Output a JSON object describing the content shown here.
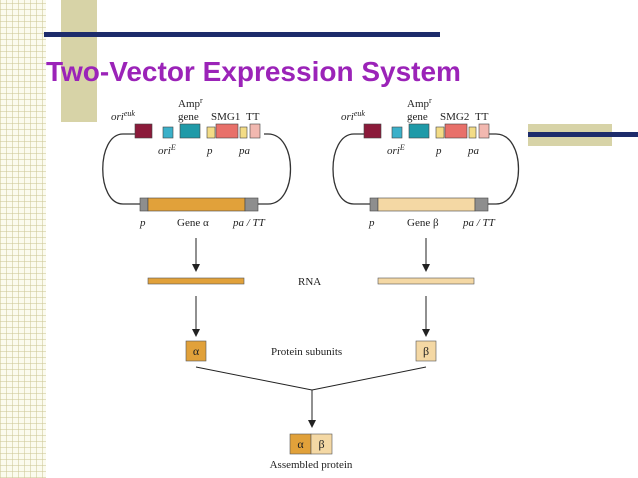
{
  "title": "Two-Vector Expression System",
  "vector1": {
    "ori_euk": "ori",
    "ori_euk_sup": "euk",
    "amp_line1": "Amp",
    "amp_sup": "r",
    "amp_line2": "gene",
    "smg": "SMG1",
    "tt": "TT",
    "ori_e": "ori",
    "ori_e_sup": "E",
    "p_top": "p",
    "pa_top": "pa",
    "p_bottom": "p",
    "gene": "Gene α",
    "pa_tt": "pa / TT"
  },
  "vector2": {
    "ori_euk": "ori",
    "ori_euk_sup": "euk",
    "amp_line1": "Amp",
    "amp_sup": "r",
    "amp_line2": "gene",
    "smg": "SMG2",
    "tt": "TT",
    "ori_e": "ori",
    "ori_e_sup": "E",
    "p_top": "p",
    "pa_top": "pa",
    "p_bottom": "p",
    "gene": "Gene β",
    "pa_tt": "pa / TT"
  },
  "rna_label": "RNA",
  "subunits_label": "Protein subunits",
  "alpha": "α",
  "beta": "β",
  "assembled_label": "Assembled protein",
  "colors": {
    "title": "#9b23b8",
    "rule": "#1d2c6b",
    "accent": "#d7d3a7",
    "ori_euk": "#8b1a3a",
    "ori_e": "#3bb0c9",
    "amp": "#1f9aa8",
    "smg": "#e8706a",
    "pa": "#f3dc86",
    "tt": "#f2b8b0",
    "gene_alpha": "#e1a13a",
    "gene_beta": "#f4d8a4",
    "grey": "#8e8e8e"
  }
}
